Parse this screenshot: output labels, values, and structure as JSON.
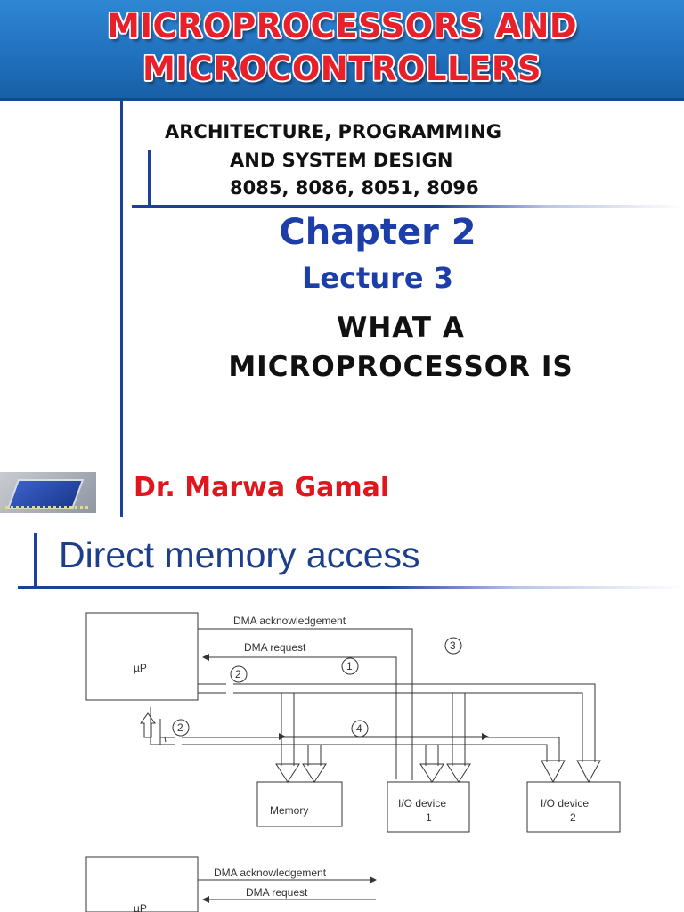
{
  "slide1": {
    "title_line1": "MICROPROCESSORS AND",
    "title_line2": "MICROCONTROLLERS",
    "subtitle_line1": "ARCHITECTURE, PROGRAMMING",
    "subtitle_line2": "AND SYSTEM DESIGN",
    "subtitle_line3": "8085, 8086, 8051, 8096",
    "chapter": "Chapter 2",
    "lecture": "Lecture 3",
    "topic_line1": "WHAT A",
    "topic_line2": "MICROPROCESSOR IS",
    "author": "Dr. Marwa Gamal"
  },
  "slide2": {
    "title": "Direct memory access",
    "diagram": {
      "dma_ack": "DMA acknowledgement",
      "dma_req": "DMA request",
      "up": "µP",
      "memory": "Memory",
      "io1_line1": "I/O device",
      "io1_line2": "1",
      "io2_line1": "I/O device",
      "io2_line2": "2",
      "n1": "1",
      "n2": "2",
      "n3": "3",
      "n4": "4"
    },
    "diagram2": {
      "dma_ack": "DMA acknowledgement",
      "dma_req": "DMA request",
      "up": "µP"
    }
  },
  "colors": {
    "banner_blue": "#1f6fbc",
    "title_red": "#e8202a",
    "chapter_blue": "#1d3ea8",
    "author_red": "#e0161e",
    "dma_title_blue": "#1d3e8c"
  }
}
